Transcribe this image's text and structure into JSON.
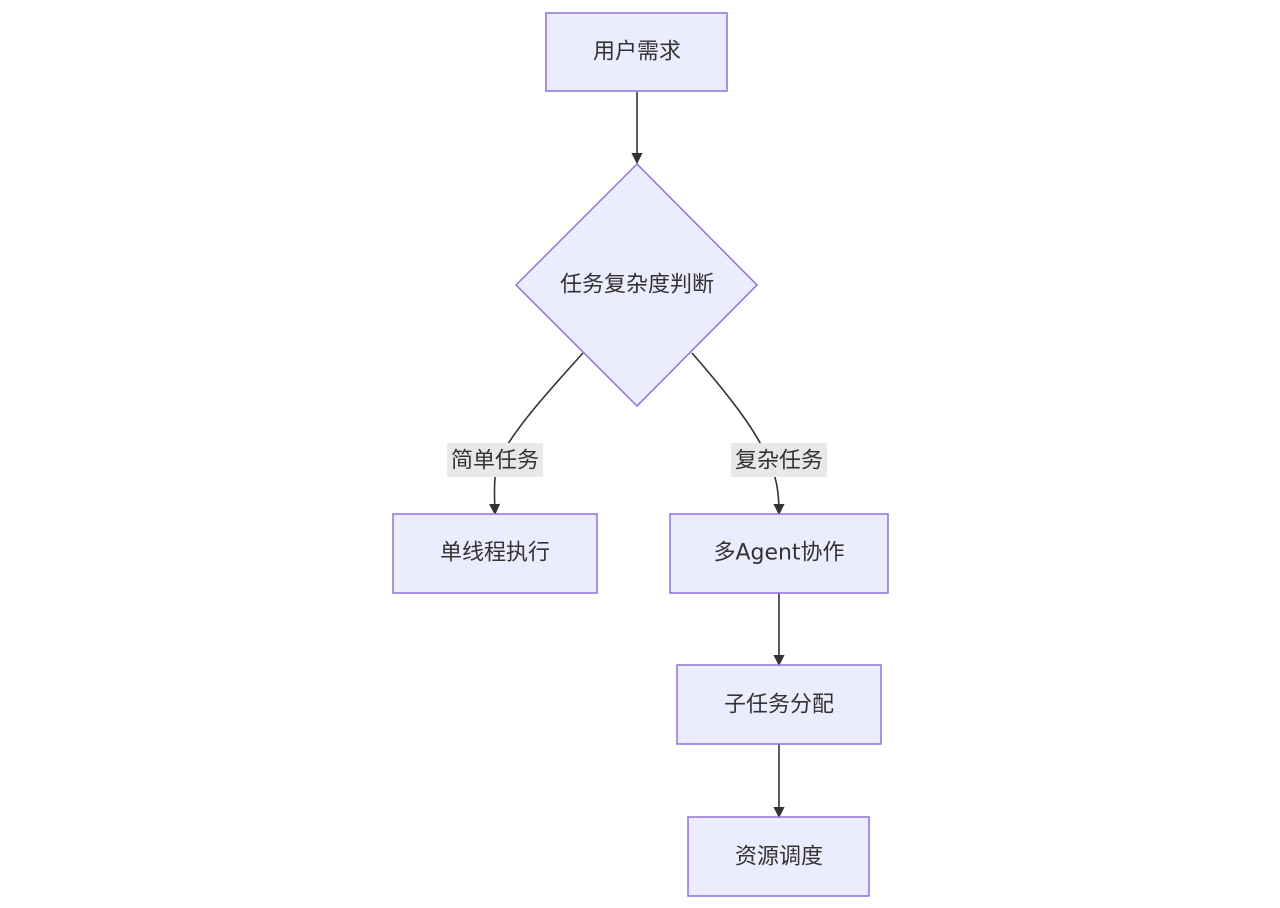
{
  "nodes": {
    "user_request": "用户需求",
    "complexity_decision": "任务复杂度判断",
    "single_thread": "单线程执行",
    "multi_agent": "多Agent协作",
    "subtask_assign": "子任务分配",
    "resource_schedule": "资源调度"
  },
  "edge_labels": {
    "simple": "简单任务",
    "complex": "复杂任务"
  },
  "colors": {
    "node_fill": "#ececff",
    "node_stroke": "#9370db",
    "edge": "#333333",
    "label_bg": "#e8e8e8",
    "text": "#333333"
  }
}
